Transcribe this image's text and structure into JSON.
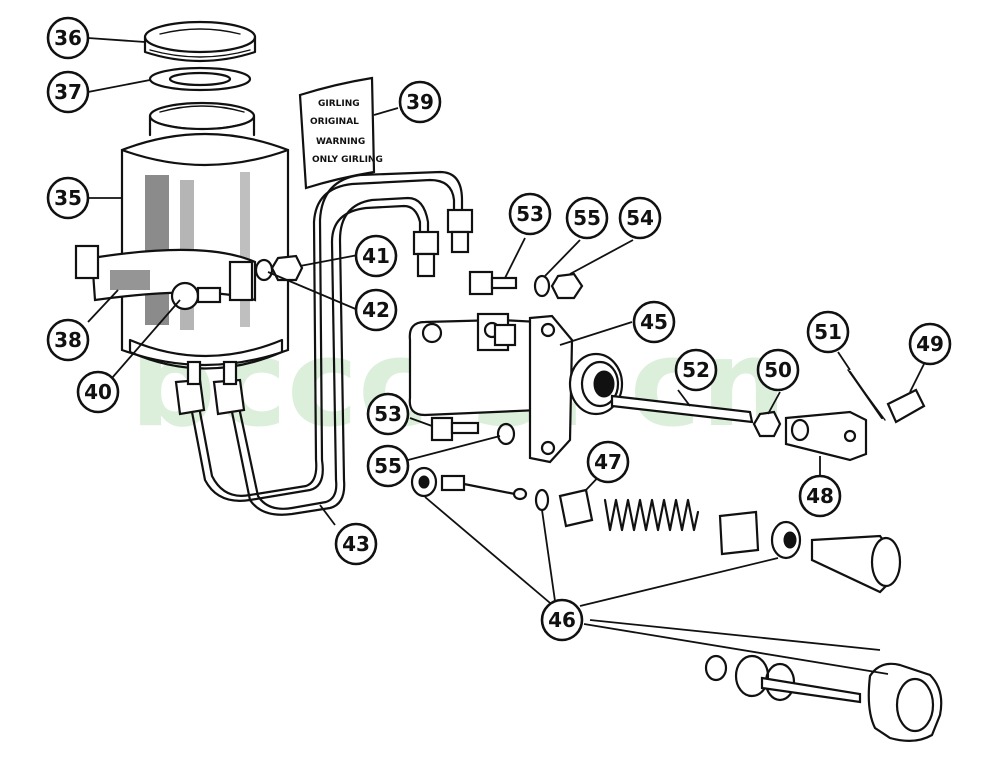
{
  "watermark": "bccc s. cn",
  "decal_lines": [
    "GIRLING",
    "ORIGINAL",
    "WARNING",
    "ONLY GIRLING"
  ],
  "callouts": [
    {
      "id": "c36",
      "number": "36"
    },
    {
      "id": "c37",
      "number": "37"
    },
    {
      "id": "c35",
      "number": "35"
    },
    {
      "id": "c38",
      "number": "38"
    },
    {
      "id": "c40",
      "number": "40"
    },
    {
      "id": "c39",
      "number": "39"
    },
    {
      "id": "c41",
      "number": "41"
    },
    {
      "id": "c42",
      "number": "42"
    },
    {
      "id": "c43",
      "number": "43"
    },
    {
      "id": "c53a",
      "number": "53"
    },
    {
      "id": "c55a",
      "number": "55"
    },
    {
      "id": "c54",
      "number": "54"
    },
    {
      "id": "c45",
      "number": "45"
    },
    {
      "id": "c52",
      "number": "52"
    },
    {
      "id": "c50",
      "number": "50"
    },
    {
      "id": "c51",
      "number": "51"
    },
    {
      "id": "c49",
      "number": "49"
    },
    {
      "id": "c48",
      "number": "48"
    },
    {
      "id": "c53b",
      "number": "53"
    },
    {
      "id": "c55b",
      "number": "55"
    },
    {
      "id": "c47",
      "number": "47"
    },
    {
      "id": "c46",
      "number": "46"
    }
  ]
}
